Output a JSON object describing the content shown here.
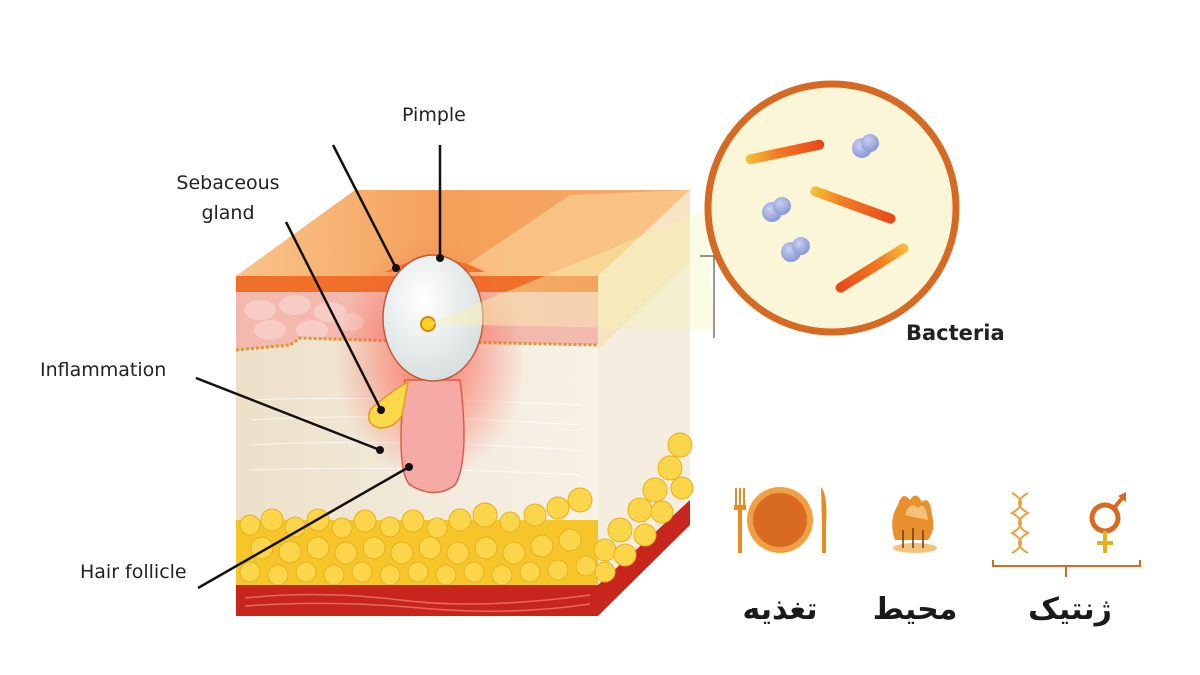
{
  "diagram": {
    "title": "Acne pimple cross-section",
    "labels": {
      "pimple": "Pimple",
      "sebaceous_gland": "Sebaceous\ngland",
      "sebaceous_line1": "Sebaceous",
      "sebaceous_line2": "gland",
      "inflammation": "Inflammation",
      "hair_follicle": "Hair follicle",
      "bacteria": "Bacteria"
    },
    "causes": [
      {
        "label": "تغذیه",
        "icon": "plate-fork-knife-icon",
        "meaning": "Nutrition"
      },
      {
        "label": "محیط",
        "icon": "trees-icon",
        "meaning": "Environment"
      },
      {
        "label": "ژنتیک",
        "icon": "dna-gender-icon",
        "meaning": "Genetics"
      }
    ],
    "colors": {
      "skin_top": "#f5a35b",
      "skin_top_light": "#f9c98e",
      "epidermis_edge": "#f0702a",
      "dermis_pink": "#f2b8b0",
      "dermis_cream": "#efe4d0",
      "fat_yellow": "#f8c92c",
      "muscle_red": "#c8261c",
      "pimple_white": "#eef2f2",
      "follicle_pink": "#f4a6a0",
      "gland_yellow": "#fbd84a",
      "bacteria_ring": "#d66a22",
      "bacteria_bg": "#fbf6d8",
      "rod_orange": "#ef6a1e",
      "cocci_blue": "#a7b1e2",
      "icon_orange": "#e88a20",
      "icon_dark_orange": "#d86a22"
    }
  }
}
